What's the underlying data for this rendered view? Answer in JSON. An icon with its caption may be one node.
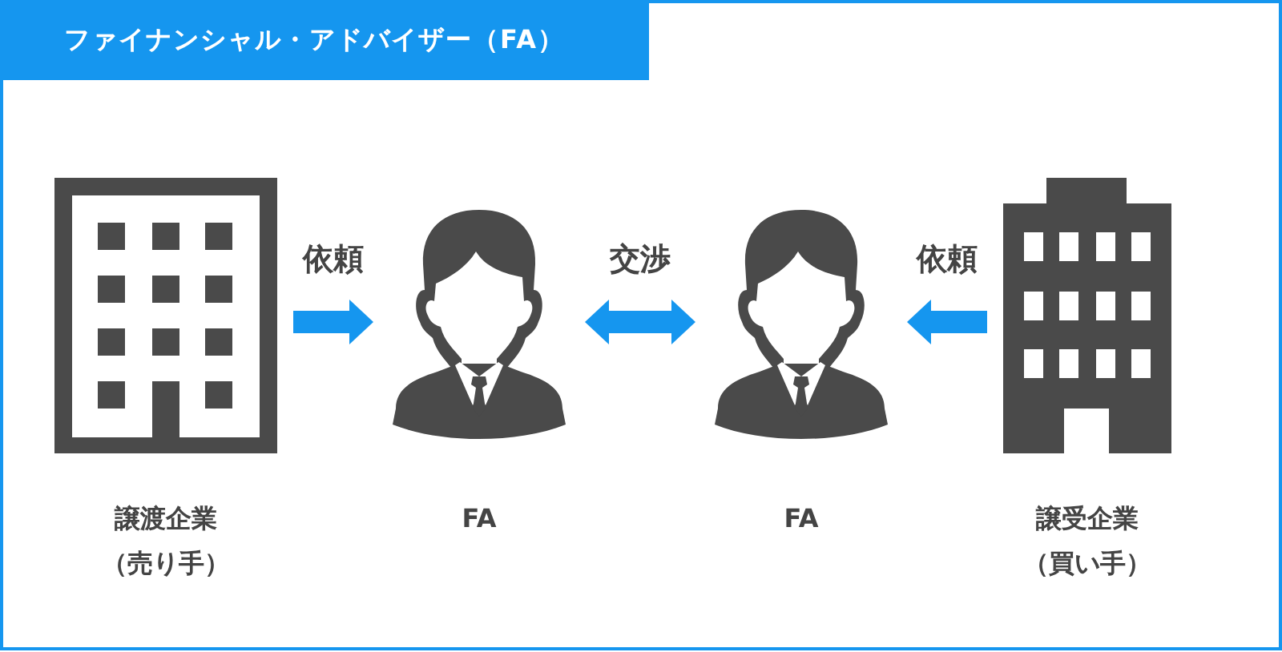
{
  "diagram": {
    "title": "ファイナンシャル・アドバイザー（FA）",
    "nodes": [
      {
        "text": [
          "譲渡企業",
          "（売り手）"
        ]
      },
      {
        "text": [
          "FA"
        ]
      },
      {
        "text": [
          "FA"
        ]
      },
      {
        "text": [
          "譲受企業",
          "（買い手）"
        ]
      }
    ],
    "edges": [
      {
        "from": 0,
        "to": 1,
        "arrow": "to",
        "label": "依頼"
      },
      {
        "from": 1,
        "to": 2,
        "arrow": "both",
        "label": "交渉"
      },
      {
        "from": 3,
        "to": 2,
        "arrow": "to",
        "label": "依頼"
      }
    ]
  }
}
